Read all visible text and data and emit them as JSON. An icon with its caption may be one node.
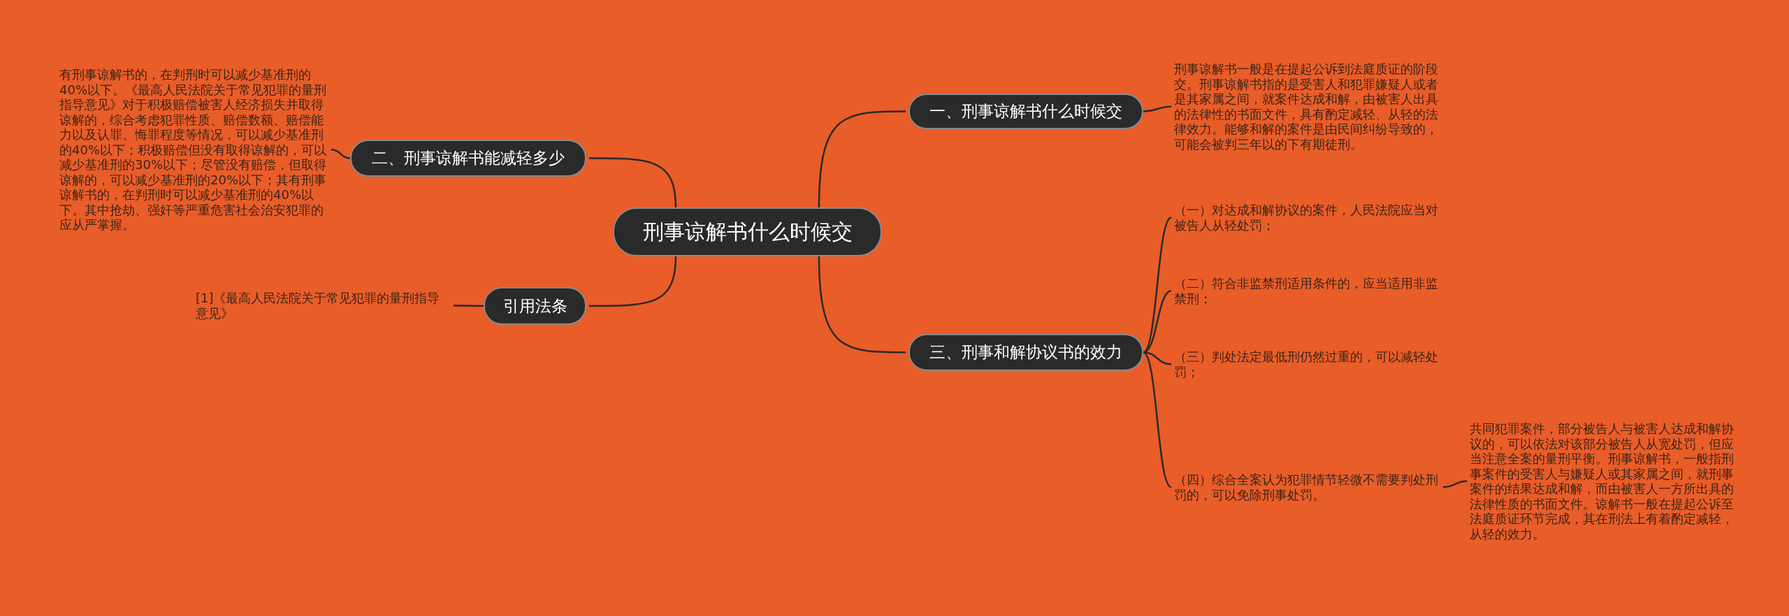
{
  "diagram": {
    "nodes": [
      {
        "text": [
          "刑事谅解书什么时候交"
        ]
      },
      {
        "text": [
          "一、刑事谅解书什么时候交"
        ]
      },
      {
        "text": [
          "刑事谅解书一般是在提起公诉到法庭质证的阶段交。刑事谅解书指的是受害人和犯罪嫌疑人或者是其家属之间，就案件达成和解，由被害人出具的法律性的书面文件，具有酌定减轻、从轻的法律效力。能够和解的案件是由民间纠纷导致的，可能会被判三年以的下有期徒刑。"
        ]
      },
      {
        "text": [
          "二、刑事谅解书能减轻多少"
        ]
      },
      {
        "text": [
          "有刑事谅解书的，在判刑时可以减少基准刑的40%以下。《最高人民法院关于常见犯罪的量刑指导意见》对于积极赔偿被害人经济损失并取得谅解的，综合考虑犯罪性质、赔偿数额、赔偿能力以及认罪、悔罪程度等情况，可以减少基准刑的40%以下；积极赔偿但没有取得谅解的，可以减少基准刑的30%以下；尽管没有赔偿，但取得谅解的，可以减少基准刑的20%以下；其有刑事谅解书的，在判刑时可以减少基准刑的40%以下。其中抢劫、强奸等严重危害社会治安犯罪的应从严掌握。"
        ]
      },
      {
        "text": [
          "三、刑事和解协议书的效力"
        ]
      },
      {
        "text": [
          "（一）对达成和解协议的案件，人民法院应当对被告人从轻处罚；"
        ]
      },
      {
        "text": [
          "（二）符合非监禁刑适用条件的，应当适用非监禁刑；"
        ]
      },
      {
        "text": [
          "（三）判处法定最低刑仍然过重的，可以减轻处罚；"
        ]
      },
      {
        "text": [
          "（四）综合全案认为犯罪情节轻微不需要判处刑罚的，可以免除刑事处罚。"
        ]
      },
      {
        "text": [
          "共同犯罪案件，部分被告人与被害人达成和解协议的，可以依法对该部分被告人从宽处罚，但应当注意全案的量刑平衡。刑事谅解书，一般指刑事案件的受害人与嫌疑人或其家属之间，就刑事案件的结果达成和解，而由被害人一方所出具的法律性质的书面文件。谅解书一般在提起公诉至法庭质证环节完成，其在刑法上有着酌定减轻，从轻的效力。"
        ]
      },
      {
        "text": [
          "引用法条"
        ]
      },
      {
        "text": [
          "[1]《最高人民法院关于常见犯罪的量刑指导意见》"
        ]
      }
    ],
    "edges": [
      {
        "from": 0,
        "to": 1,
        "arrow": "none"
      },
      {
        "from": 1,
        "to": 2,
        "arrow": "none"
      },
      {
        "from": 0,
        "to": 3,
        "arrow": "none"
      },
      {
        "from": 3,
        "to": 4,
        "arrow": "none"
      },
      {
        "from": 0,
        "to": 5,
        "arrow": "none"
      },
      {
        "from": 5,
        "to": 6,
        "arrow": "none"
      },
      {
        "from": 5,
        "to": 7,
        "arrow": "none"
      },
      {
        "from": 5,
        "to": 8,
        "arrow": "none"
      },
      {
        "from": 5,
        "to": 9,
        "arrow": "none"
      },
      {
        "from": 9,
        "to": 10,
        "arrow": "none"
      },
      {
        "from": 0,
        "to": 11,
        "arrow": "none"
      },
      {
        "from": 11,
        "to": 12,
        "arrow": "none"
      }
    ]
  }
}
